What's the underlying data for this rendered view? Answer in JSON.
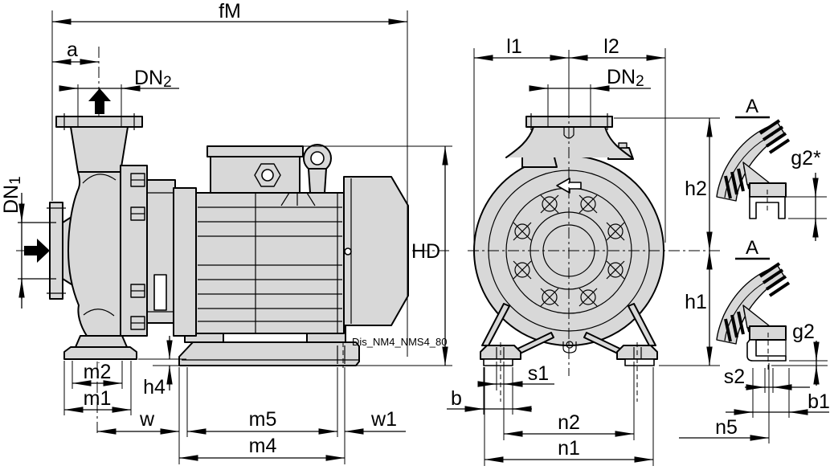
{
  "drawing": {
    "type": "technical-dimension-drawing",
    "subject": "End-suction centrifugal pump with electric motor: side view, end view and two foot detail views (A)",
    "watermark": "Dis_NM4_NMS4_80",
    "colors": {
      "background": "#ffffff",
      "line": "#000000",
      "part_fill": "#d8d8d8"
    },
    "labels": {
      "fm": "fM",
      "a": "a",
      "dn2": {
        "main": "DN",
        "sub": "2"
      },
      "dn1": {
        "main": "DN",
        "sub": "1"
      },
      "hd": "HD",
      "m2": "m2",
      "m1": "m1",
      "h4": "h4",
      "w": "w",
      "m5": "m5",
      "w1": "w1",
      "m4": "m4",
      "l1": "l1",
      "l2": "l2",
      "h2": "h2",
      "h1": "h1",
      "s1": "s1",
      "b": "b",
      "n2": "n2",
      "n1": "n1",
      "detail_a": "A",
      "g2_star": "g2*",
      "g2": "g2",
      "s2": "s2",
      "b1": "b1",
      "n5": "n5"
    }
  }
}
